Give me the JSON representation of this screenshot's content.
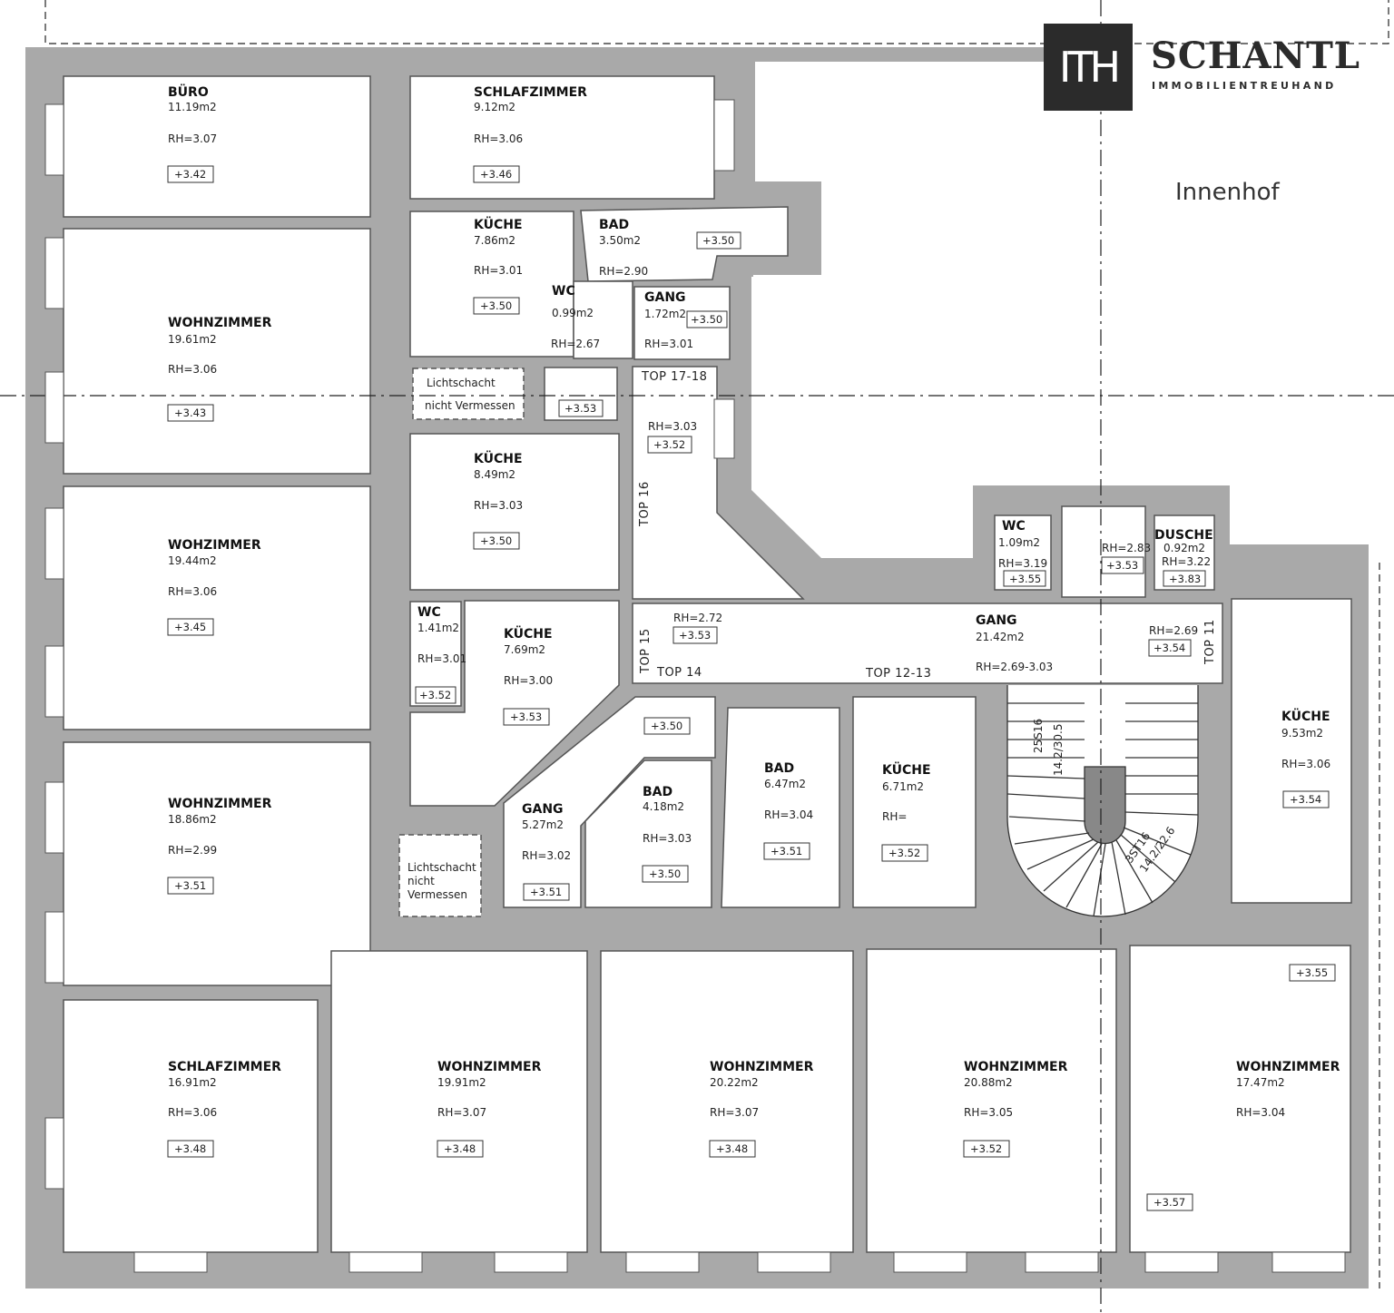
{
  "logo": {
    "mark": "ITH",
    "brand": "SCHANTL",
    "sub": "IMMOBILIENTREUHAND"
  },
  "courtyard": "Innenhof",
  "rooms": [
    {
      "name": "BÜRO",
      "area": "11.19m2",
      "rh": "RH=3.07",
      "elev": "+3.42"
    },
    {
      "name": "SCHLAFZIMMER",
      "area": "9.12m2",
      "rh": "RH=3.06",
      "elev": "+3.46"
    },
    {
      "name": "KÜCHE",
      "area": "7.86m2",
      "rh": "RH=3.01",
      "elev": "+3.50"
    },
    {
      "name": "BAD",
      "area": "3.50m2",
      "rh": "RH=2.90",
      "elev": "+3.50"
    },
    {
      "name": "WC",
      "area": "0.99m2",
      "rh": "RH=2.67",
      "elev": "+3.53"
    },
    {
      "name": "GANG",
      "area": "1.72m2",
      "rh": "RH=3.01",
      "elev": "+3.50"
    },
    {
      "name": "WOHNZIMMER",
      "area": "19.61m2",
      "rh": "RH=3.06",
      "elev": "+3.43"
    },
    {
      "name": "KÜCHE",
      "area": "8.49m2",
      "rh": "RH=3.03",
      "elev": "+3.50"
    },
    {
      "name": "WOHZIMMER",
      "area": "19.44m2",
      "rh": "RH=3.06",
      "elev": "+3.45"
    },
    {
      "name": "WC",
      "area": "1.41m2",
      "rh": "RH=3.01",
      "elev": "+3.52"
    },
    {
      "name": "KÜCHE",
      "area": "7.69m2",
      "rh": "RH=3.00",
      "elev": "+3.53"
    },
    {
      "name": "WOHNZIMMER",
      "area": "18.86m2",
      "rh": "RH=2.99",
      "elev": "+3.51"
    },
    {
      "name": "GANG",
      "area": "5.27m2",
      "rh": "RH=3.02",
      "elev": "+3.51"
    },
    {
      "name": "BAD",
      "area": "4.18m2",
      "rh": "RH=3.03",
      "elev": "+3.50"
    },
    {
      "name": "BAD",
      "area": "6.47m2",
      "rh": "RH=3.04",
      "elev": "+3.51"
    },
    {
      "name": "KÜCHE",
      "area": "6.71m2",
      "rh": "RH=",
      "elev": "+3.52"
    },
    {
      "name": "GANG",
      "area": "21.42m2",
      "rh": "RH=2.69-3.03",
      "elev": ""
    },
    {
      "name": "WC",
      "area": "1.09m2",
      "rh": "RH=3.19",
      "elev": "+3.55"
    },
    {
      "name": "DUSCHE",
      "area": "0.92m2",
      "rh": "RH=3.22",
      "elev": "+3.83"
    },
    {
      "name": "KÜCHE",
      "area": "9.53m2",
      "rh": "RH=3.06",
      "elev": "+3.54"
    },
    {
      "name": "SCHLAFZIMMER",
      "area": "16.91m2",
      "rh": "RH=3.06",
      "elev": "+3.48"
    },
    {
      "name": "WOHNZIMMER",
      "area": "19.91m2",
      "rh": "RH=3.07",
      "elev": "+3.48"
    },
    {
      "name": "WOHNZIMMER",
      "area": "20.22m2",
      "rh": "RH=3.07",
      "elev": "+3.48"
    },
    {
      "name": "WOHNZIMMER",
      "area": "20.88m2",
      "rh": "RH=3.05",
      "elev": "+3.52"
    },
    {
      "name": "WOHNZIMMER",
      "area": "17.47m2",
      "rh": "RH=3.04",
      "elev": "+3.57"
    }
  ],
  "extra_marks": [
    {
      "rh": "RH=3.03",
      "elev": "+3.52"
    },
    {
      "rh": "RH=2.72",
      "elev": "+3.53"
    },
    {
      "rh": "RH=2.69",
      "elev": "+3.54"
    },
    {
      "rh": "RH=2.83",
      "elev": "+3.53"
    },
    {
      "rh": "",
      "elev": "+3.50"
    },
    {
      "rh": "",
      "elev": "+3.55"
    }
  ],
  "units": [
    "TOP 17-18",
    "TOP 16",
    "TOP 15",
    "TOP 14",
    "TOP 12-13",
    "TOP 11"
  ],
  "lightwells": [
    {
      "line1": "Lichtschacht",
      "line2": "nicht Vermessen",
      "line3": ""
    },
    {
      "line1": "Lichtschacht",
      "line2": "nicht",
      "line3": "Vermessen"
    }
  ],
  "stairs": {
    "label1": "25S16",
    "label2": "14.2/30.5",
    "label3": "3ST16",
    "label4": "14.2/22.6"
  }
}
